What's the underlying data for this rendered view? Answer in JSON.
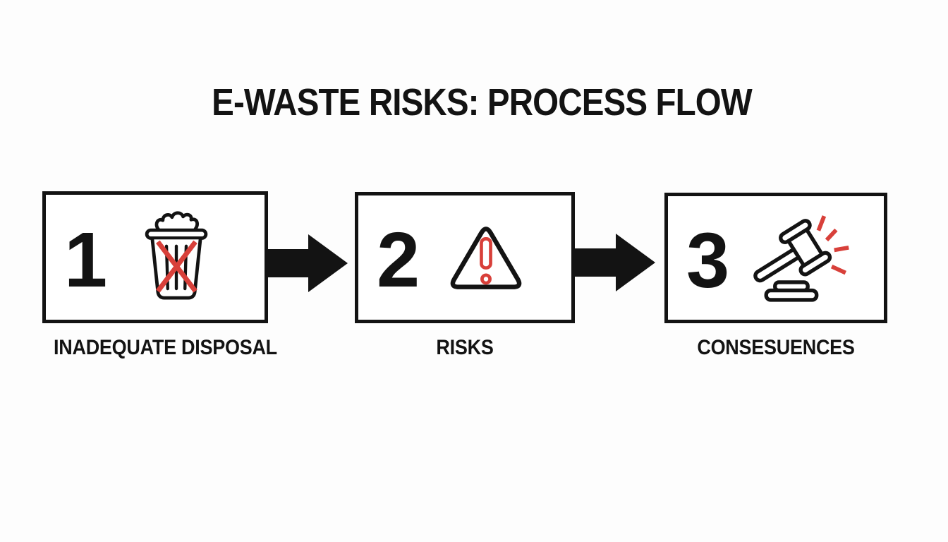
{
  "title": "E-WASTE RISKS: PROCESS FLOW",
  "steps": [
    {
      "number": "1",
      "label": "INADEQUATE DISPOSAL",
      "icon": "trash-can-crossed-out-icon"
    },
    {
      "number": "2",
      "label": "RISKS",
      "icon": "warning-triangle-icon"
    },
    {
      "number": "3",
      "label": "CONSESUENCES",
      "icon": "gavel-icon"
    }
  ],
  "connectors": [
    {
      "icon": "arrow-right-icon"
    },
    {
      "icon": "arrow-right-icon"
    }
  ],
  "colors": {
    "ink": "#131313",
    "accent_red": "#d8403a",
    "background": "#fdfdfd",
    "box_fill": "#ffffff"
  }
}
